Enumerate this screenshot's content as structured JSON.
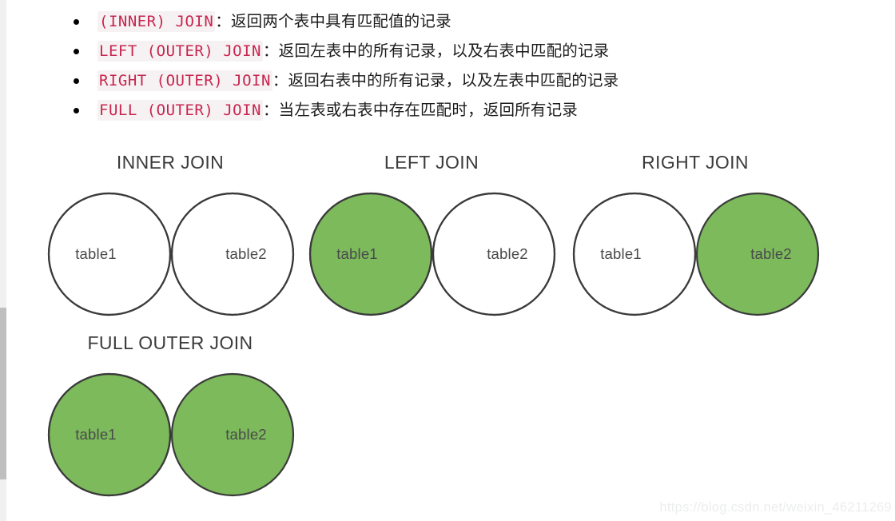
{
  "colors": {
    "green_fill": "#7cba5c",
    "circle_stroke": "#3a3a3a",
    "code_text": "#c7254e",
    "code_background": "#f6f2f3",
    "title_text": "#3b3b3b",
    "label_text": "#4a4a4a",
    "watermark": "#eceded",
    "scrollbar_track": "#f1f1f1",
    "scrollbar_thumb": "#bfbfbf"
  },
  "join_list": [
    {
      "code": "(INNER) JOIN",
      "description": "：返回两个表中具有匹配值的记录"
    },
    {
      "code": "LEFT (OUTER) JOIN",
      "description": "：返回左表中的所有记录，以及右表中匹配的记录"
    },
    {
      "code": "RIGHT (OUTER) JOIN",
      "description": "：返回右表中的所有记录，以及左表中匹配的记录"
    },
    {
      "code": "FULL (OUTER) JOIN",
      "description": "：当左表或右表中存在匹配时，返回所有记录"
    }
  ],
  "diagrams": [
    {
      "title": "INNER JOIN",
      "left_label": "table1",
      "right_label": "table2",
      "fill_mode": "intersection"
    },
    {
      "title": "LEFT JOIN",
      "left_label": "table1",
      "right_label": "table2",
      "fill_mode": "left"
    },
    {
      "title": "RIGHT JOIN",
      "left_label": "table1",
      "right_label": "table2",
      "fill_mode": "right"
    },
    {
      "title": "FULL OUTER JOIN",
      "left_label": "table1",
      "right_label": "table2",
      "fill_mode": "both"
    }
  ],
  "watermark": "https://blog.csdn.net/weixin_46211269"
}
